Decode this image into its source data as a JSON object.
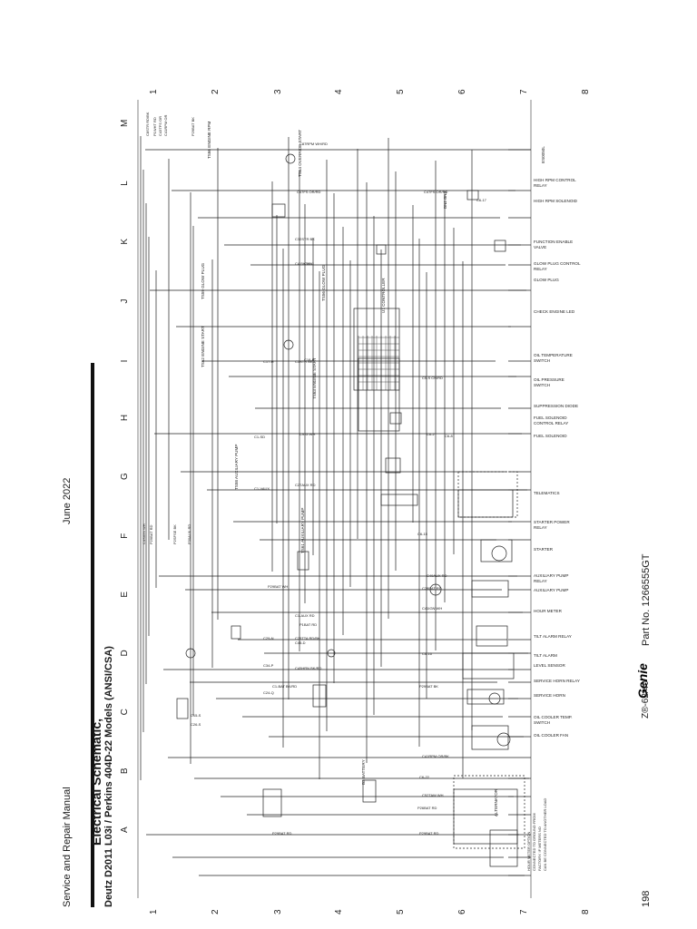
{
  "header": {
    "manual": "Service and Repair Manual",
    "date": "June 2022"
  },
  "title": {
    "line1": "Electrical Schematic,",
    "line2": "Deutz D2011 L03i / Perkins 404D-22 Models (ANSI/CSA)"
  },
  "footer": {
    "page": "198",
    "logo": "Genie",
    "model": "Z®-62/40",
    "part_no": "Part No. 1266555GT"
  },
  "grid": {
    "rows": [
      "1",
      "2",
      "3",
      "4",
      "5",
      "6",
      "7",
      "8"
    ],
    "cols": [
      "M",
      "L",
      "K",
      "J",
      "I",
      "H",
      "G",
      "F",
      "E",
      "D",
      "C",
      "B",
      "A"
    ]
  },
  "right_labels": [
    "HIGH RPM CONTROL RELAY",
    "HIGH RPM SOLENOID",
    "FUNCTION ENABLE VALVE",
    "GLOW PLUG CONTROL RELAY",
    "GLOW PLUG",
    "CHECK ENGINE LED",
    "OIL TEMPERATURE SWITCH",
    "OIL PRESSURE SWITCH",
    "SUPPRESSION DIODE",
    "FUEL SOLENOID CONTROL RELAY",
    "FUEL SOLENOID",
    "TELEMATICS",
    "STARTER POWER RELAY",
    "STARTER",
    "AUXILIARY PUMP RELAY",
    "AUXILIARY PUMP",
    "HOUR METER",
    "TILT ALARM RELAY",
    "TILT ALARM",
    "LEVEL SENSOR",
    "SERVICE HORN RELAY",
    "SERVICE HORN",
    "OIL COOLER TEMP. SWITCH",
    "OIL COOLER FAN"
  ],
  "devices": [
    "TS66 ENGINE RPM",
    "TS64 OVERRIDE START",
    "TS62 ENGINE START",
    "TS59 GLOW PLUG",
    "TS61 AUXILIARY PUMP",
    "TS58 AUXILIARY PUMP",
    "TS63 ENGINE START",
    "U1 CONTROLLER",
    "TS56 GLOW PLUG",
    "BN2 BN3",
    "B3 BATTERY",
    "ALTERNATOR"
  ],
  "wires": [
    "C87RPM WH/RD",
    "C47FS OR/RD",
    "C47FS OR/RD",
    "C4 BK/WH",
    "C19-J",
    "C17-H",
    "C5STR BK",
    "C18-H",
    "C5-S CN/RD",
    "C32STR BK",
    "C1-SD",
    "C9-G WH",
    "C27AUX RD",
    "C1-VAUX",
    "P29BAT WH",
    "C1-AUX RD",
    "C25TTA RD/BK",
    "C45HRN BK/RD",
    "C1-BAT BK/RD",
    "P29BAT BK",
    "C41RPM OR/BK",
    "C52TAW WH",
    "P29BAT RD",
    "C15-S",
    "C26-S",
    "C24-Q",
    "C34-P",
    "C29-N",
    "C45-D",
    "C6-17",
    "C6-16",
    "C6-15",
    "C6-22",
    "P26BAT RD",
    "P1BAT RD",
    "C28BAT RD",
    "C41IGN WH",
    "C6-2",
    "C6-8",
    "C49AUX RD",
    "P29BAT RD"
  ],
  "left_labels": [
    "C8STR RD/BK",
    "P1WHT RD",
    "C43TFS OR",
    "C41RPM OR",
    "C4SIGN WH",
    "P29BAT RD",
    "P2SFSE BK",
    "P30AUX RD",
    "P29BAT BK"
  ],
  "notes": [
    "ES0050L",
    "HOUR METER OPTION",
    "CONNECTED TO GROUND FROM",
    "FACTORY. IF METERS NO",
    "CAN BE CONNECTED TO ANOTHER LOAD"
  ]
}
